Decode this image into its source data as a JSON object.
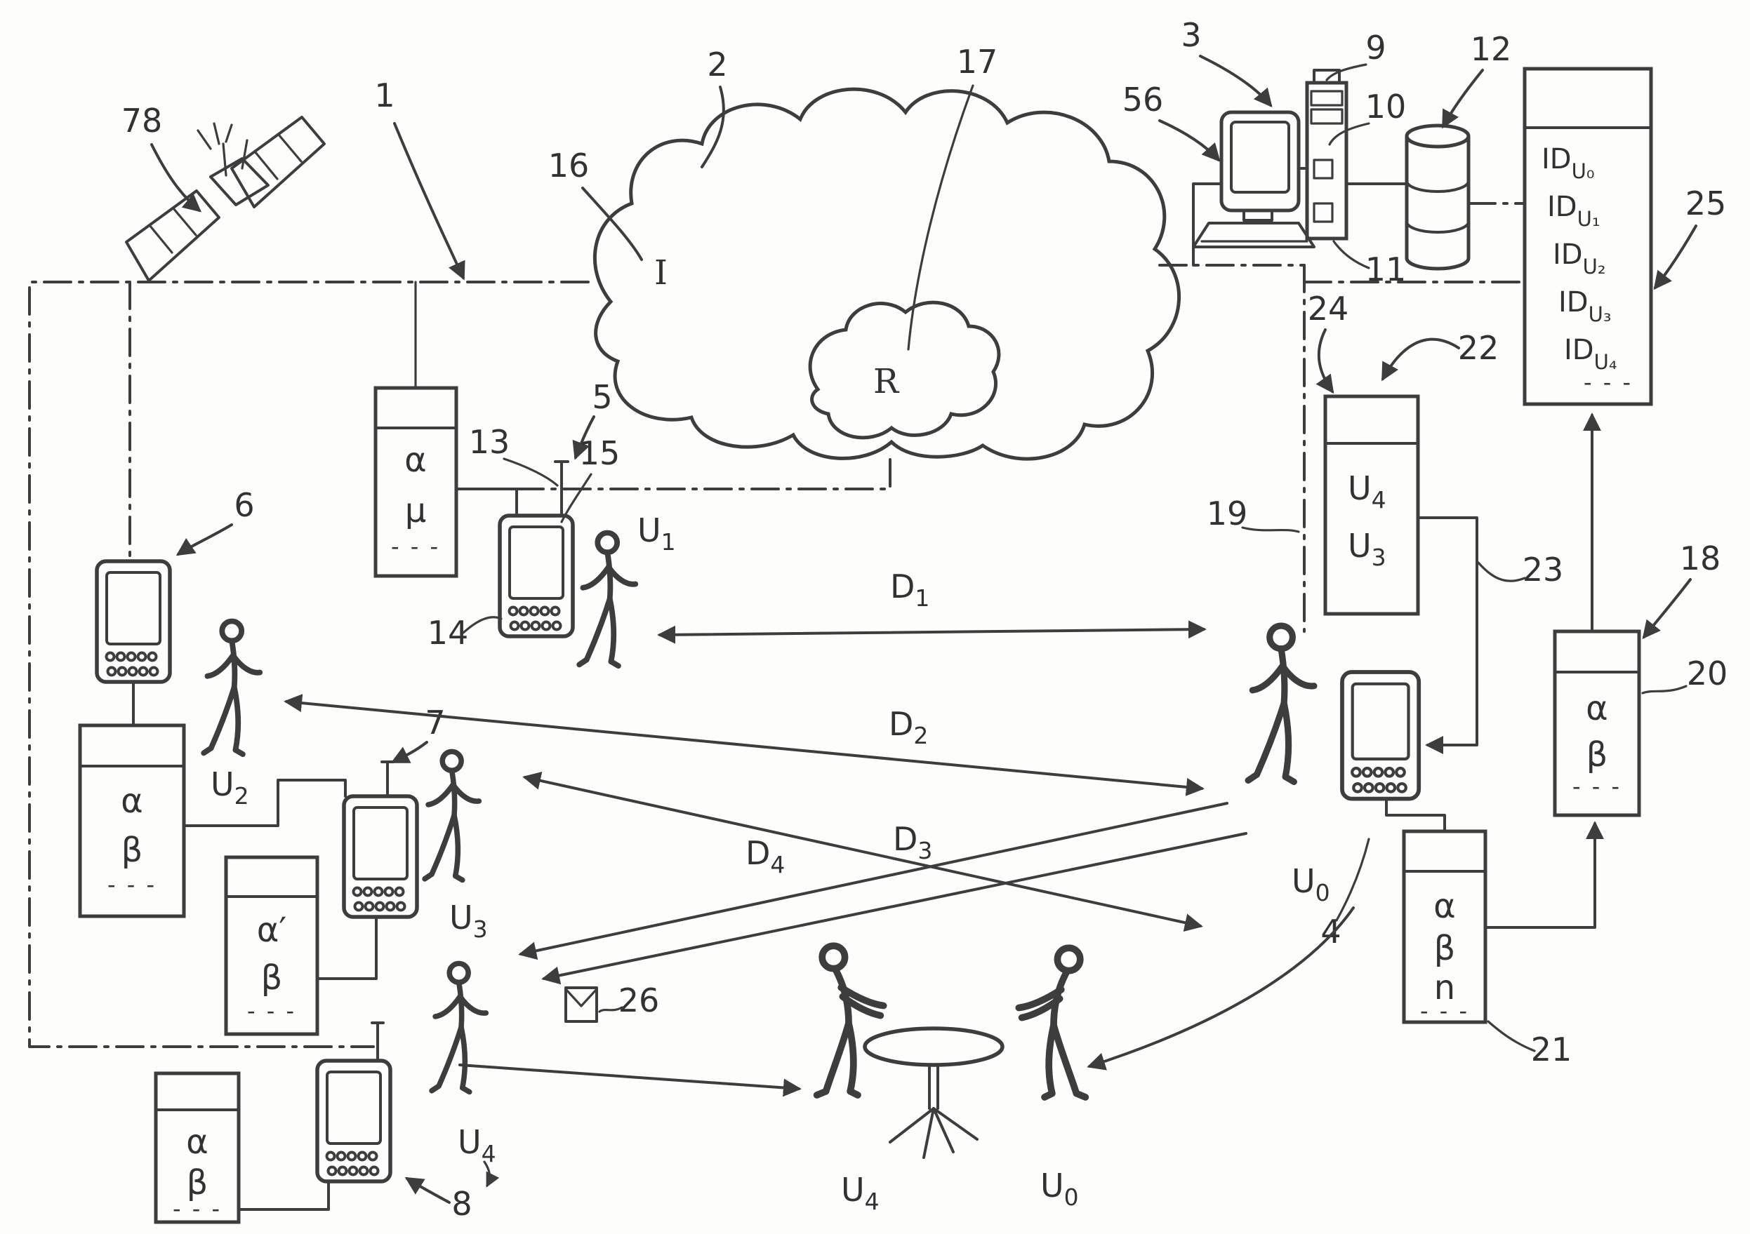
{
  "labels": {
    "sat": "78",
    "sys": "1",
    "cloud": "2",
    "edge": "16",
    "subnet_link": "17",
    "pc": "3",
    "monitor": "56",
    "srv_top": "9",
    "srv_mid": "10",
    "srv_bot": "11",
    "db": "12",
    "idlist": "25",
    "grp": "24",
    "grp_link": "22",
    "bus": "19",
    "p4_link": "23",
    "box18": "18",
    "box18_data": "20",
    "box21": "21",
    "msg": "26",
    "p5": "5",
    "p5_ant": "13",
    "p5_scr": "15",
    "p5_key": "14",
    "p6": "6",
    "p7": "7",
    "p8": "8",
    "p4": "4",
    "net_i": "I",
    "net_r": "R"
  },
  "d": {
    "d1": {
      "m": "D",
      "s": "1"
    },
    "d2": {
      "m": "D",
      "s": "2"
    },
    "d3": {
      "m": "D",
      "s": "3"
    },
    "d4": {
      "m": "D",
      "s": "4"
    }
  },
  "u": {
    "u1": {
      "m": "U",
      "s": "1"
    },
    "u2": {
      "m": "U",
      "s": "2"
    },
    "u3": {
      "m": "U",
      "s": "3"
    },
    "u4": {
      "m": "U",
      "s": "4"
    },
    "u0": {
      "m": "U",
      "s": "0"
    },
    "u4t": {
      "m": "U",
      "s": "4"
    },
    "u0t": {
      "m": "U",
      "s": "0"
    }
  },
  "grp_box": {
    "r1": {
      "m": "U",
      "s": "4"
    },
    "r2": {
      "m": "U",
      "s": "3"
    }
  },
  "ids": {
    "e0": {
      "m": "ID",
      "s": "U₀"
    },
    "e1": {
      "m": "ID",
      "s": "U₁"
    },
    "e2": {
      "m": "ID",
      "s": "U₂"
    },
    "e3": {
      "m": "ID",
      "s": "U₃"
    },
    "e4": {
      "m": "ID",
      "s": "U₄"
    },
    "more": "- - -"
  },
  "cards": {
    "mu": {
      "l1": "α",
      "l2": "μ",
      "more": "- - -"
    },
    "u2": {
      "l1": "α",
      "l2": "β",
      "more": "- - -"
    },
    "u3": {
      "l1": "α′",
      "l2": "β",
      "more": "- - -"
    },
    "u4": {
      "l1": "α",
      "l2": "β",
      "more": "- - -"
    },
    "right": {
      "l1": "α",
      "l2": "β",
      "more": "- - -"
    },
    "lower": {
      "l1": "α",
      "l2": "β",
      "l3": "n",
      "more": "- - -"
    }
  }
}
